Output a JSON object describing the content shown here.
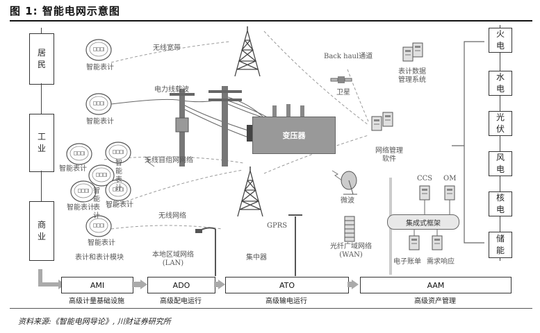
{
  "figure": {
    "title": "图 1:      智能电网示意图",
    "source": "资料来源:《智能电网导论》, 川财证券研究所"
  },
  "consumers": [
    "居\n民",
    "工\n业",
    "商\n业"
  ],
  "generation": [
    "火\n电",
    "水\n电",
    "光\n伏",
    "风\n电",
    "核\n电",
    "储\n能"
  ],
  "labels": {
    "wireless_broadband": "无线宽带",
    "smart_meter": "智能表计",
    "plc": "电力线载波",
    "wireless_mesh": "无线自组网网络",
    "wireless_net": "无线网络",
    "meter_module": "表计和表计模块",
    "lan": "本地区域网络\n(LAN)",
    "concentrator": "集中器",
    "gprs": "GPRS",
    "fiber_wan": "光纤广域网络\n(WAN)",
    "microwave": "微波",
    "backhaul": "Back haul通道",
    "satellite": "卫星",
    "meter_data_mgmt": "表计数据\n管理系统",
    "network_mgmt": "网络管理\n软件",
    "transformer": "变压器",
    "ccs": "CCS",
    "om": "OM",
    "integrated_framework": "集成式框架",
    "e_billing": "电子账单",
    "demand_response": "需求响应"
  },
  "timeline": [
    {
      "code": "AMI",
      "desc": "高级计量基础设施"
    },
    {
      "code": "ADO",
      "desc": "高级配电运行"
    },
    {
      "code": "ATO",
      "desc": "高级输电运行"
    },
    {
      "code": "AAM",
      "desc": "高级资产管理"
    }
  ]
}
